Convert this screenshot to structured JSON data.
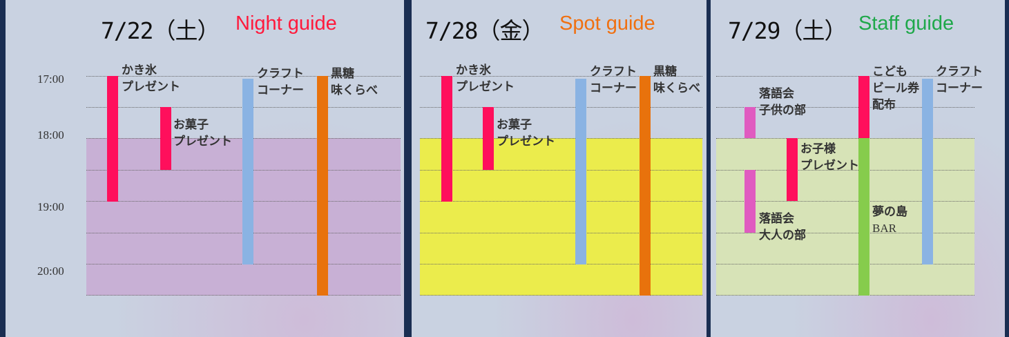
{
  "panels": [
    {
      "date": "7/22（土）",
      "guide": "Night guide",
      "guide_color": "#ff1a3c",
      "band_color": "#c8b0d5",
      "ticks": [
        "17:00",
        "18:00",
        "19:00",
        "20:00"
      ],
      "events": [
        {
          "lines": [
            "かき氷",
            "プレゼント"
          ],
          "start": "17:00",
          "end": "19:00",
          "color": "#ff0f5c"
        },
        {
          "lines": [
            "お菓子",
            "プレゼント"
          ],
          "start": "17:30",
          "end": "18:30",
          "color": "#ff0f5c"
        },
        {
          "lines": [
            "クラフト",
            "コーナー"
          ],
          "start": "17:00",
          "end": "20:00",
          "color": "#8ab3e3"
        },
        {
          "lines": [
            "黒糖",
            "味くらべ"
          ],
          "start": "17:00",
          "end": "20:30",
          "color": "#e8720c"
        }
      ]
    },
    {
      "date": "7/28（金）",
      "guide": "Spot guide",
      "guide_color": "#f07010",
      "band_color": "#ebec4c",
      "ticks": [],
      "events": [
        {
          "lines": [
            "かき氷",
            "プレゼント"
          ],
          "start": "17:00",
          "end": "19:00",
          "color": "#ff0f5c"
        },
        {
          "lines": [
            "お菓子",
            "プレゼント"
          ],
          "start": "17:30",
          "end": "18:30",
          "color": "#ff0f5c"
        },
        {
          "lines": [
            "クラフト",
            "コーナー"
          ],
          "start": "17:00",
          "end": "20:00",
          "color": "#8ab3e3"
        },
        {
          "lines": [
            "黒糖",
            "味くらべ"
          ],
          "start": "17:00",
          "end": "20:30",
          "color": "#e8720c"
        }
      ]
    },
    {
      "date": "7/29（土）",
      "guide": "Staff guide",
      "guide_color": "#1fa84a",
      "band_color": "#d7e3b7",
      "ticks": [],
      "events": [
        {
          "lines": [
            "落語会",
            "子供の部"
          ],
          "start": "17:30",
          "end": "18:00",
          "color": "#e05bc0"
        },
        {
          "lines": [
            "落語会",
            "大人の部"
          ],
          "start": "18:30",
          "end": "19:30",
          "color": "#e05bc0"
        },
        {
          "lines": [
            "お子様",
            "プレゼント"
          ],
          "start": "18:00",
          "end": "19:00",
          "color": "#ff0f5c"
        },
        {
          "lines": [
            "こども",
            "ビール券",
            "配布"
          ],
          "start": "17:00",
          "end": "18:00",
          "color": "#ff0f5c"
        },
        {
          "lines": [
            "夢の島",
            "BAR"
          ],
          "start": "18:00",
          "end": "20:30",
          "color": "#86cc4c"
        },
        {
          "lines": [
            "クラフト",
            "コーナー"
          ],
          "start": "17:00",
          "end": "20:00",
          "color": "#8ab3e3"
        }
      ]
    }
  ]
}
